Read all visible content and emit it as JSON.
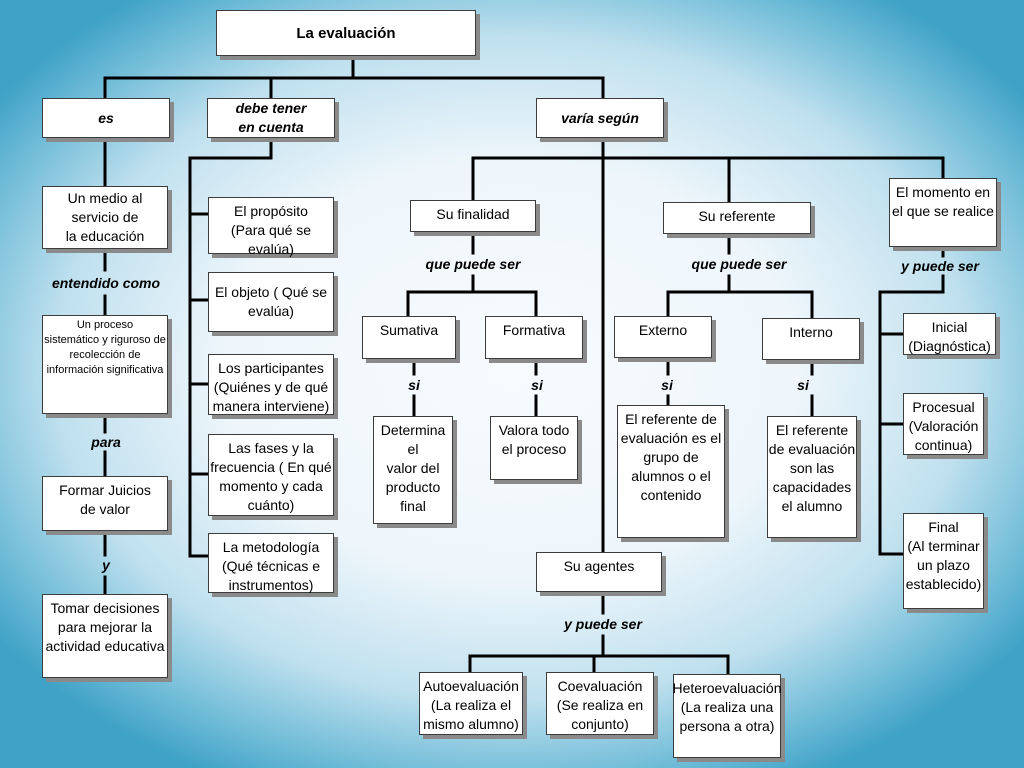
{
  "title": "La evaluación",
  "branches": {
    "es": "es",
    "debe_tener": "debe tener\nen cuenta",
    "varia_segun": "varía según"
  },
  "es_column": {
    "medio": "Un medio al\nservicio de\nla educación",
    "entendido_como": "entendido como",
    "proceso": "Un proceso\nsistemático y riguroso de\nrecolección de\ninformación significativa",
    "para": "para",
    "juicios": "Formar Juicios\nde valor",
    "y": "y",
    "decisiones": "Tomar decisiones\npara mejorar la\nactividad educativa"
  },
  "cuenta_items": [
    "El propósito\n(Para qué se\nevalúa)",
    "El objeto ( Qué se\nevalúa)",
    "Los participantes\n(Quiénes y de qué\nmanera interviene)",
    "Las fases y la\nfrecuencia ( En qué\nmomento y cada\ncuánto)",
    "La metodología\n(Qué técnicas e\ninstrumentos)"
  ],
  "finalidad": {
    "label": "Su finalidad",
    "connector": "que puede ser",
    "sumativa": "Sumativa",
    "formativa": "Formativa",
    "si_1": "si",
    "si_2": "si",
    "sumativa_desc": "Determina\nel\nvalor del\nproducto\nfinal",
    "formativa_desc": "Valora todo\nel proceso"
  },
  "referente": {
    "label": "Su referente",
    "connector": "que puede ser",
    "externo": "Externo",
    "interno": "Interno",
    "si_1": "si",
    "si_2": "si",
    "externo_desc": "El referente de\nevaluación es el\ngrupo de\nalumnos o el\ncontenido",
    "interno_desc": "El referente\nde evaluación\nson las\ncapacidades\nel alumno"
  },
  "momento": {
    "label": "El momento en\nel que se realice",
    "connector": "y puede ser",
    "inicial": "Inicial\n(Diagnóstica)",
    "procesual": "Procesual\n(Valoración\ncontinua)",
    "final": "Final\n(Al terminar\nun plazo\nestablecido)"
  },
  "agentes": {
    "label": "Su agentes",
    "connector": "y puede ser",
    "auto": "Autoevaluación\n(La realiza el\nmismo alumno)",
    "co": "Coevaluación\n(Se realiza en\nconjunto)",
    "hetero": "Heteroevaluación\n(La realiza una\npersona a otra)"
  },
  "colors": {
    "line": "#000000",
    "box_border": "#3c3c3c",
    "box_shadow": "#8a8a8a",
    "bg_edge": "#3fa2c7",
    "bg_center": "#f7fbfe"
  }
}
